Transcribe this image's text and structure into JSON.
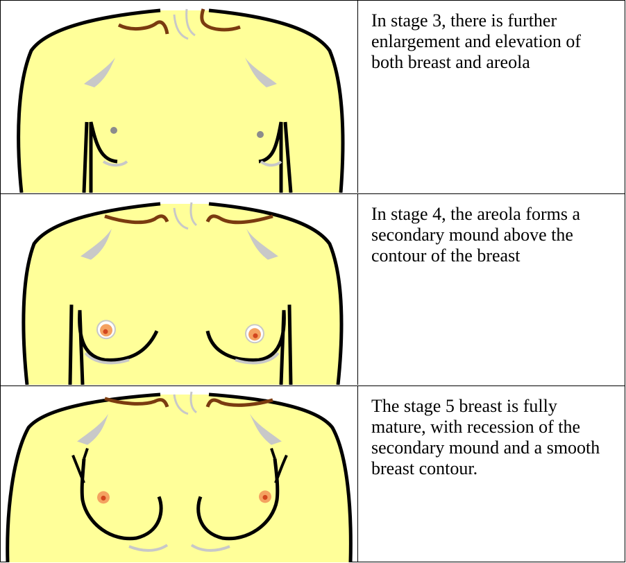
{
  "stages": [
    {
      "stage": 3,
      "description": "In stage 3, there is further enlargement and elevation of both breast and areola",
      "illustration": "torso-stage-3-icon"
    },
    {
      "stage": 4,
      "description": "In stage 4, the areola forms a secondary mound above the contour of the breast",
      "illustration": "torso-stage-4-icon"
    },
    {
      "stage": 5,
      "description": "The stage 5 breast is fully mature, with recession of the secondary mound and a smooth breast contour.",
      "illustration": "torso-stage-5-icon"
    }
  ],
  "colors": {
    "skin": "#FFFF99",
    "outline": "#000000",
    "collarbone": "#7A3B10",
    "shadow": "#C8C8C8",
    "areola": "#F4A261",
    "nipple": "#D2461E"
  }
}
